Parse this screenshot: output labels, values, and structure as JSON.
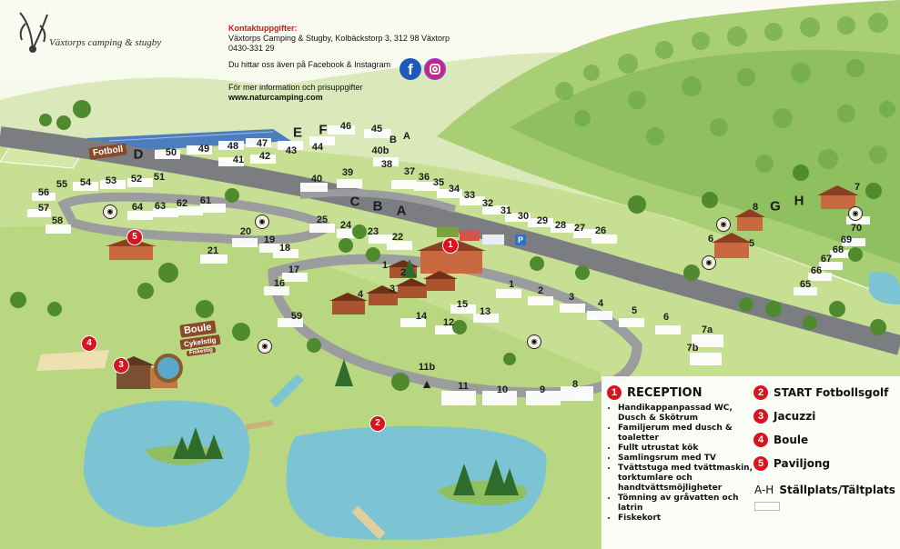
{
  "header": {
    "logo_text": "Växtorps camping & stugby",
    "contact_heading": "Kontaktuppgifter:",
    "address": "Växtorps Camping & Stugby, Kolbäckstorp 3, 312 98 Växtorp",
    "phone": "0430-331 29",
    "social_text": "Du hittar oss även på Facebook & Instagram",
    "info_text": "För mer information och prisuppgifter",
    "website": "www.naturcamping.com"
  },
  "signs": {
    "fotboll": "Fotboll",
    "boule": "Boule",
    "cykelstig": "Cykelstig",
    "fiskestig": "Fiskestig"
  },
  "sites": {
    "s46": "46",
    "s45": "45",
    "sB1": "B",
    "sA1": "A",
    "s50": "50",
    "s49": "49",
    "s48": "48",
    "s47": "47",
    "s43": "43",
    "s44": "44",
    "s40b": "40b",
    "s41": "41",
    "s42": "42",
    "s38": "38",
    "s56": "56",
    "s55": "55",
    "s54": "54",
    "s53": "53",
    "s52": "52",
    "s51": "51",
    "s39": "39",
    "s37": "37",
    "s36": "36",
    "s35": "35",
    "s34": "34",
    "s33": "33",
    "s32": "32",
    "s31": "31",
    "s30": "30",
    "s29": "29",
    "s28": "28",
    "s27": "27",
    "s26": "26",
    "s40": "40",
    "s57": "57",
    "s64": "64",
    "s63": "63",
    "s62": "62",
    "s61": "61",
    "s58": "58",
    "s25": "25",
    "s24": "24",
    "s23": "23",
    "s22": "22",
    "s20": "20",
    "s19": "19",
    "s18": "18",
    "s21": "21",
    "s17": "17",
    "s16": "16",
    "s1": "1",
    "s2": "2",
    "s3": "3",
    "s4": "4",
    "s5": "5",
    "s6": "6",
    "s7a": "7a",
    "s7b": "7b",
    "s15": "15",
    "s14": "14",
    "s12": "12",
    "s13": "13",
    "s59": "59",
    "c4": "4",
    "c3": "3",
    "c2": "2",
    "c1": "1",
    "s11b": "11b",
    "s11": "11",
    "s10": "10",
    "s9": "9",
    "s8": "8",
    "h8": "8",
    "h6": "6",
    "h5": "5",
    "h7": "7",
    "s70": "70",
    "s69": "69",
    "s68": "68",
    "s67": "67",
    "s66": "66",
    "s65": "65"
  },
  "areas": {
    "D": "D",
    "E": "E",
    "F": "F",
    "C": "C",
    "B": "B",
    "A": "A",
    "G": "G",
    "H": "H"
  },
  "legend": {
    "reception_num": "1",
    "reception_title": "RECEPTION",
    "reception_items": [
      "Handikappanpassad WC, Dusch & Skötrum",
      "Familjerum med dusch & toaletter",
      "Fullt utrustat kök",
      "Samlingsrum med TV",
      "Tvättstuga med tvättmaskin, torktumlare och handtvättsmöjligheter",
      "Tömning av gråvatten och latrin",
      "Fiskekort"
    ],
    "items": [
      {
        "num": "2",
        "label": "START Fotbollsgolf"
      },
      {
        "num": "3",
        "label": "Jacuzzi"
      },
      {
        "num": "4",
        "label": "Boule"
      },
      {
        "num": "5",
        "label": "Paviljong"
      }
    ],
    "pitch_code": "A-H",
    "pitch_label": "Ställplats/Tältplats"
  },
  "markers": {
    "m1": "1",
    "m2": "2",
    "m3": "3",
    "m4": "4",
    "m5": "5"
  },
  "icons": [
    "facebook-icon",
    "instagram-icon",
    "grill-icon",
    "toilet-icon",
    "tent-icon",
    "parking-icon"
  ]
}
